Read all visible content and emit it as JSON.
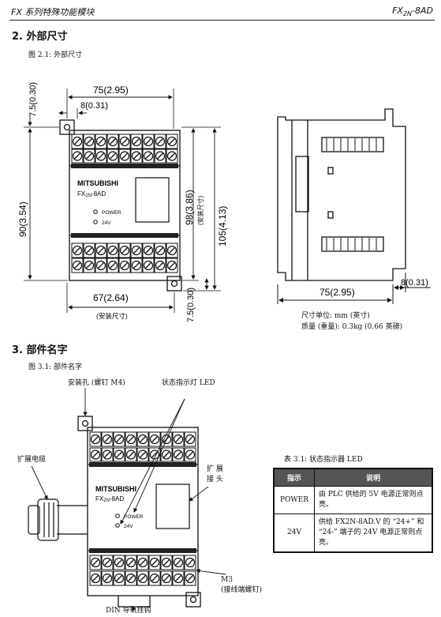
{
  "header": {
    "left": "FX 系列特殊功能模块",
    "right_main": "FX",
    "right_sub": "2N",
    "right_tail": "-8AD"
  },
  "section2": {
    "title": "2. 外部尺寸",
    "figure_caption": "图 2.1:  外部尺寸"
  },
  "dimensions": {
    "top_width": "75(2.95)",
    "hole_offset": "8(0.31)",
    "top_margin": "7.5(0.30)",
    "left_height": "90(3.54)",
    "inner_height": "98(3.86)",
    "inner_height_note": "(安装尺寸)",
    "full_height": "105(4.13)",
    "bottom_width": "67(2.64)",
    "bottom_width_note": "(安装尺寸)",
    "bottom_margin": "7.5(0.30)",
    "side_depth": "75(2.95)",
    "side_offset": "8(0.31)"
  },
  "device": {
    "brand": "MITSUBISHI",
    "model_main": "FX",
    "model_sub": "2N",
    "model_tail": "-8AD",
    "led_power": "POWER",
    "led_24v": "24V"
  },
  "units_note": {
    "line1": "尺寸单位:  mm  (英寸)",
    "line2": "质量  (重量):  0.3kg  (0.66 英磅)"
  },
  "section3": {
    "title": "3. 部件名字",
    "figure_caption": "图 3.1:  部件名字"
  },
  "callouts": {
    "mount_hole": "安装孔 (螺钉 M4)",
    "status_led": "状态指示灯 LED",
    "ext_cable": "扩展电缆",
    "ext_connector_1": "扩 展",
    "ext_connector_2": "接 头",
    "terminal_1": "M3",
    "terminal_2": "(接线端螺钉)",
    "din_rail": "DIN 导轨挂钩"
  },
  "table": {
    "caption": "表 3.1:  状态指示器 LED",
    "headers": [
      "指示",
      "说明"
    ],
    "rows": [
      {
        "key": "POWER",
        "desc": "由 PLC 供给的 5V 电源正常则点亮。"
      },
      {
        "key": "24V",
        "desc": "供给 FX2N-8AD.V 的 “24+” 和 “24-” 端子的 24V 电源正常则点亮。"
      }
    ]
  }
}
